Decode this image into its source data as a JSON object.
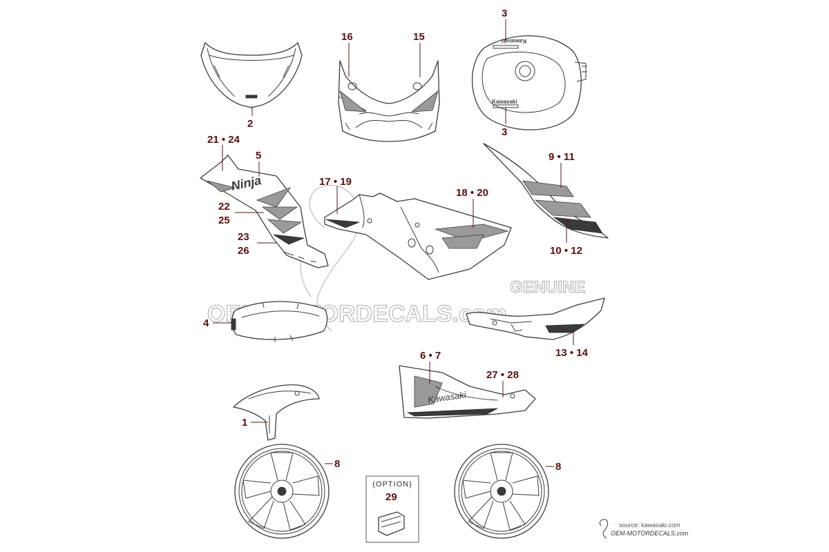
{
  "callouts": {
    "c1": "1",
    "c2": "2",
    "c3a": "3",
    "c3b": "3",
    "c4": "4",
    "c5": "5",
    "c6_7": "6 • 7",
    "c8a": "8",
    "c8b": "8",
    "c9_11": "9 • 11",
    "c10_12": "10 • 12",
    "c13_14": "13 • 14",
    "c15": "15",
    "c16": "16",
    "c17_19": "17 • 19",
    "c18_20": "18 • 20",
    "c21_24": "21 • 24",
    "c22": "22",
    "c25": "25",
    "c23": "23",
    "c26": "26",
    "c27_28": "27 • 28",
    "c29": "29"
  },
  "option_box": {
    "label": "(OPTION)"
  },
  "decals": {
    "fairing_script": "Ninja",
    "belly_pan": "Kawasaki",
    "tank_top": "Kawasaki",
    "tank_bottom": "Kawasaki"
  },
  "watermark": {
    "genuine": "GENUINE",
    "site": "OEM-MOTORDECALS.com"
  },
  "footer": {
    "source": "source: kawasaki.com",
    "brand": "OEM-MOTORDECALS.com"
  }
}
